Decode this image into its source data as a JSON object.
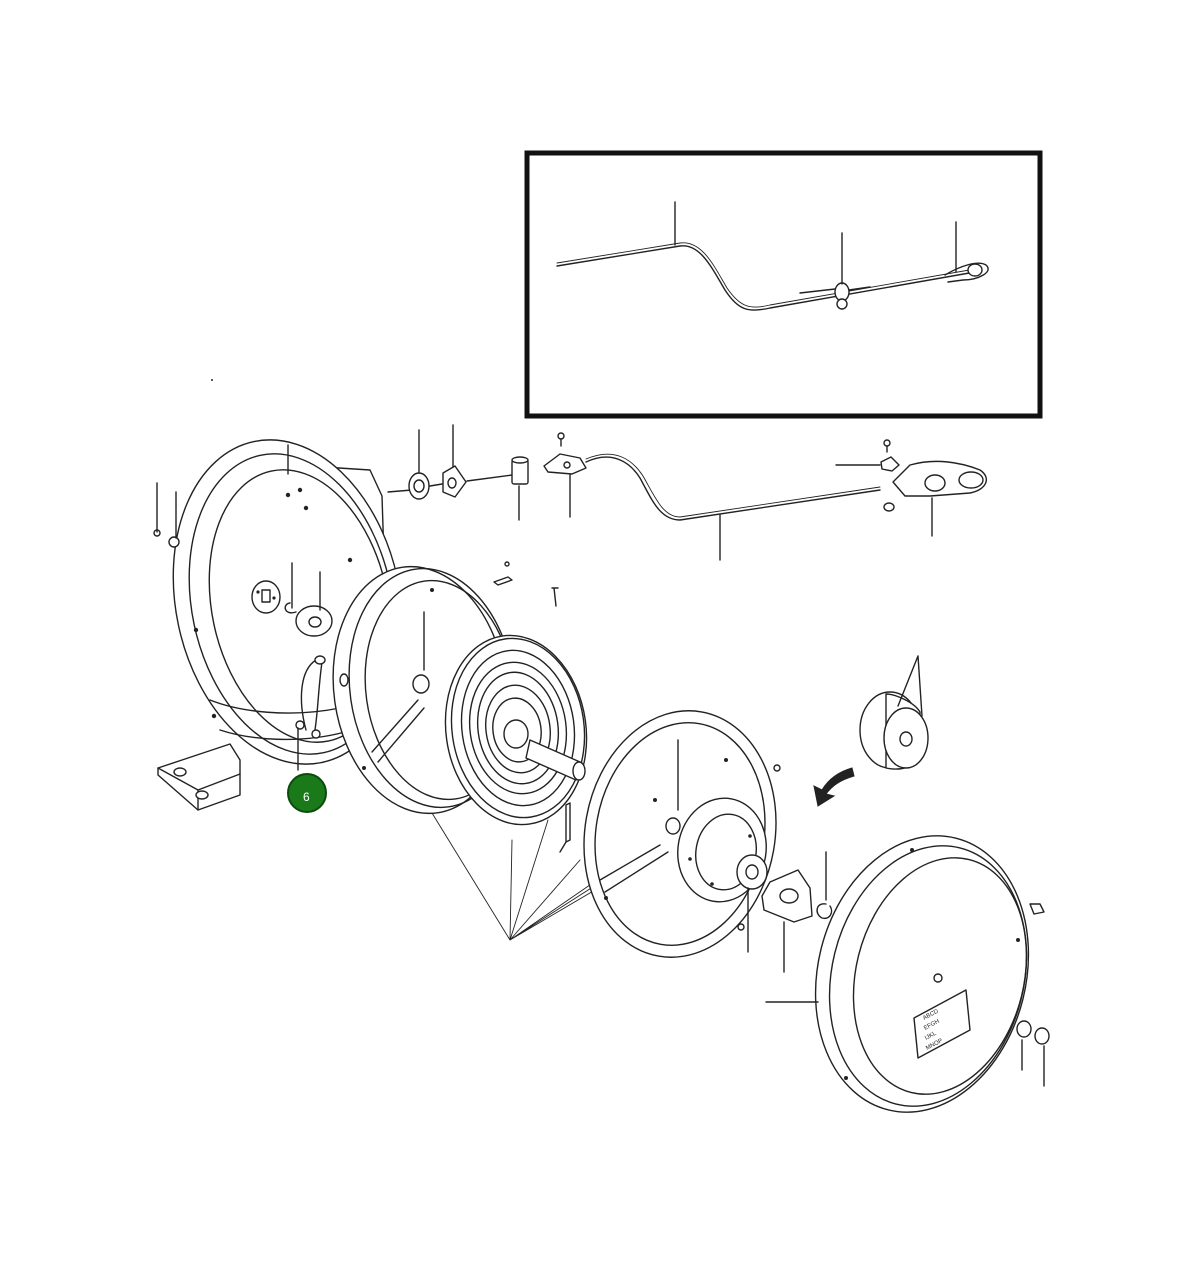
{
  "colors": {
    "line": "#222222",
    "background": "#ffffff",
    "callout_fill": "#1a7a1a",
    "callout_stroke": "#0d4a0d",
    "callout_text": "#ffffff",
    "inset_border": "#111111"
  },
  "callouts": [
    {
      "id": "6",
      "label": "6"
    }
  ],
  "plate_text": [
    "ABCD",
    "EFGH",
    "IJKL",
    "MNOP"
  ]
}
